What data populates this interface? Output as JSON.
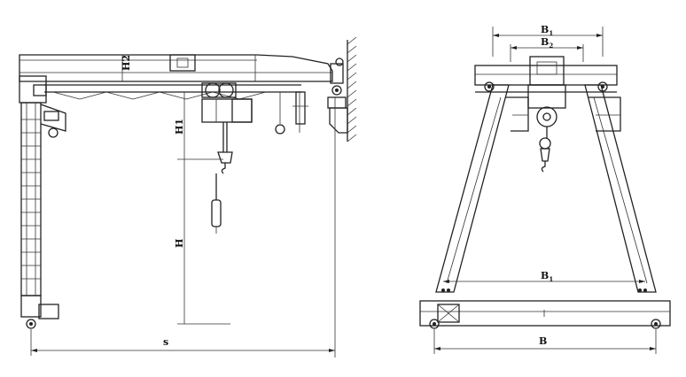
{
  "side_view": {
    "labels": {
      "h2": "H2",
      "h1": "H1",
      "h": "H",
      "s": "s"
    }
  },
  "front_view": {
    "labels": {
      "b_top_main": "B",
      "b_top_sub": "1",
      "b_mid_main": "B",
      "b_mid_sub": "2",
      "b_low_main": "B",
      "b_low_sub": "1",
      "b_base": "B"
    }
  }
}
